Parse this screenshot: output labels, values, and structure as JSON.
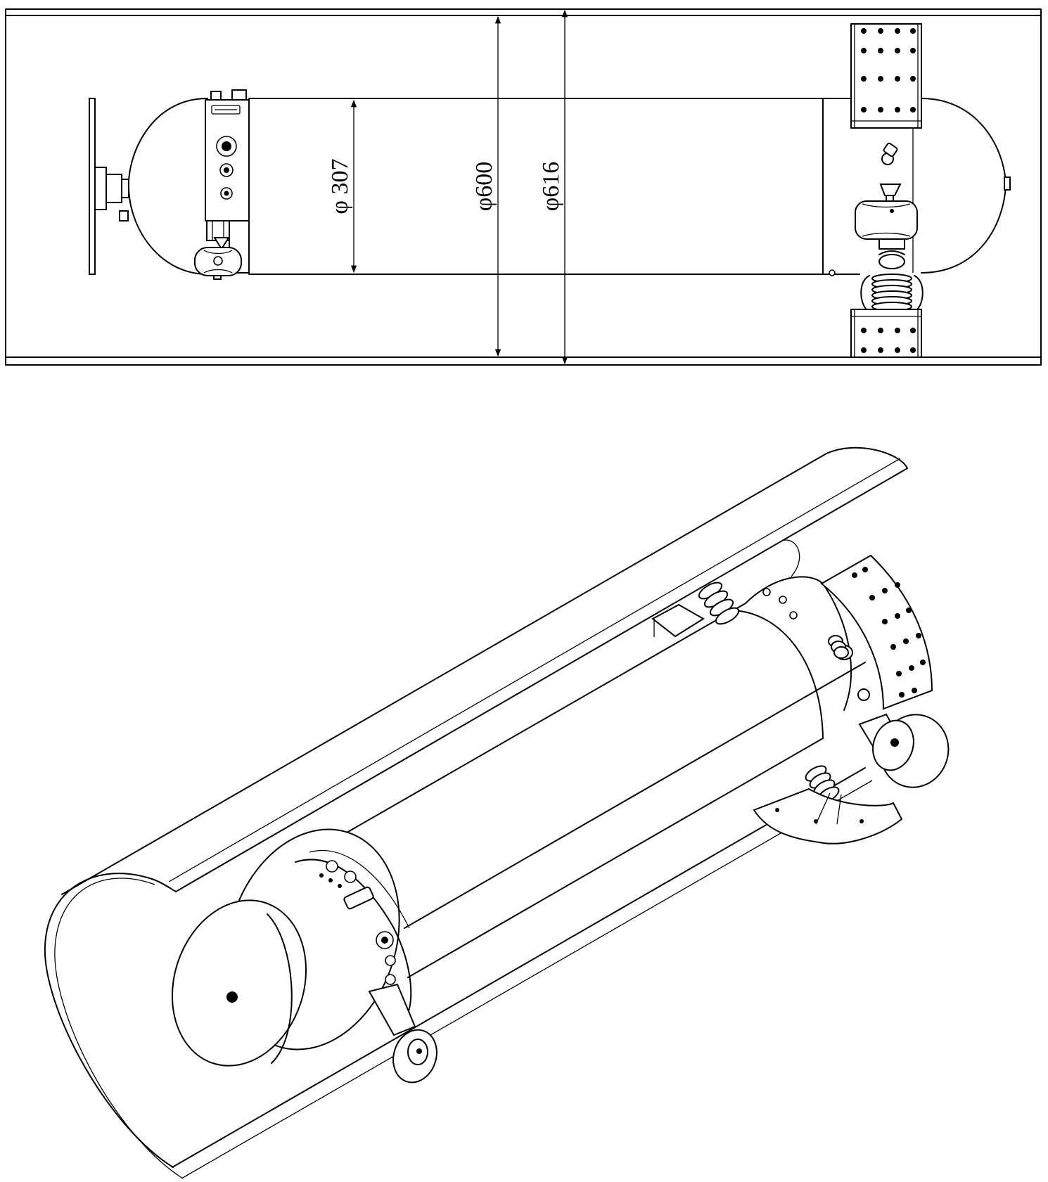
{
  "dimensions": {
    "d1": "φ 307",
    "d2": "φ600",
    "d3": "φ616"
  },
  "colors": {
    "line": "#000000",
    "background": "#ffffff"
  }
}
